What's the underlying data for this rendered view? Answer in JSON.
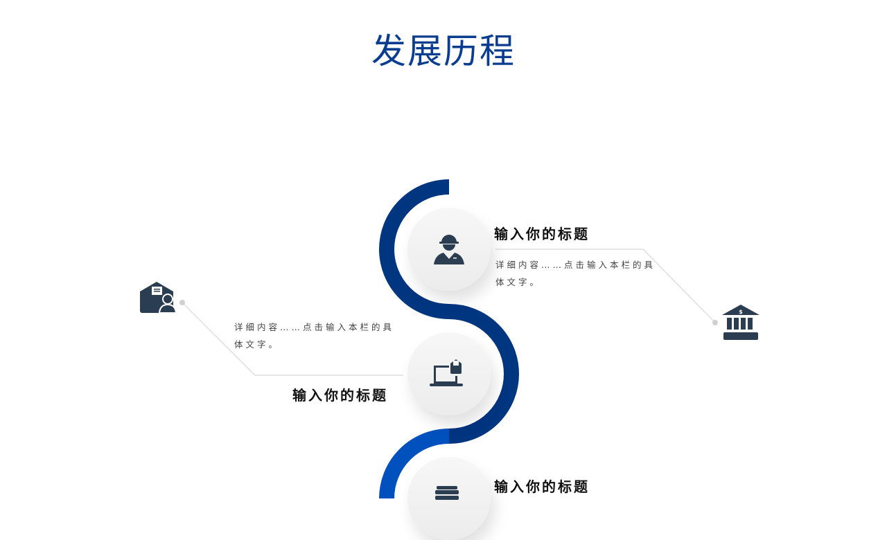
{
  "title": "发展历程",
  "items": [
    {
      "title": "输入你的标题",
      "desc": "详细内容……点击输入本栏的具体文字。",
      "icon": "worker-icon"
    },
    {
      "title": "输入你的标题",
      "desc": "详细内容……点击输入本栏的具体文字。",
      "icon": "laptop-mail-icon"
    },
    {
      "title": "输入你的标题",
      "icon": "books-icon"
    }
  ],
  "side_icons": [
    "mail-user-icon",
    "bank-icon"
  ],
  "bank_symbol": "$",
  "colors": {
    "dark": "#003580",
    "light": "#0050be",
    "icon": "#2b3d50",
    "title": "#0a3d8f"
  }
}
